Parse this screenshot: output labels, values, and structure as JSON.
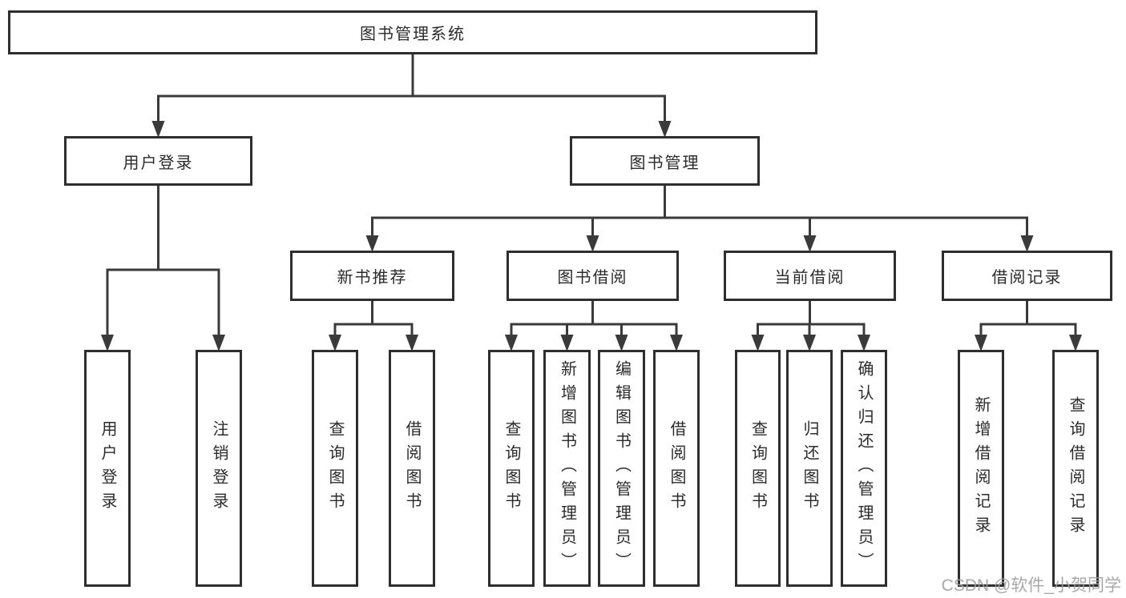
{
  "diagram": {
    "title": "图书管理系统",
    "nodes": [
      {
        "id": "root",
        "label": "图书管理系统",
        "orientation": "horizontal",
        "level": 1
      },
      {
        "id": "user-login",
        "label": "用户登录",
        "orientation": "horizontal",
        "level": 2
      },
      {
        "id": "book-management",
        "label": "图书管理",
        "orientation": "horizontal",
        "level": 2
      },
      {
        "id": "new-book-recommendation",
        "label": "新书推荐",
        "orientation": "horizontal",
        "level": 3
      },
      {
        "id": "book-borrowing",
        "label": "图书借阅",
        "orientation": "horizontal",
        "level": 3
      },
      {
        "id": "current-borrowing",
        "label": "当前借阅",
        "orientation": "horizontal",
        "level": 3
      },
      {
        "id": "borrowing-records",
        "label": "借阅记录",
        "orientation": "horizontal",
        "level": 3
      },
      {
        "id": "ul-user-login",
        "label": "用户登录",
        "orientation": "vertical",
        "level": 4
      },
      {
        "id": "ul-logout",
        "label": "注销登录",
        "orientation": "vertical",
        "level": 4
      },
      {
        "id": "nb-query-books",
        "label": "查询图书",
        "orientation": "vertical",
        "level": 4
      },
      {
        "id": "nb-borrow-books",
        "label": "借阅图书",
        "orientation": "vertical",
        "level": 4
      },
      {
        "id": "bb-query-books",
        "label": "查询图书",
        "orientation": "vertical",
        "level": 4
      },
      {
        "id": "bb-add-books",
        "label": "新增图书（管理员）",
        "orientation": "vertical",
        "level": 4
      },
      {
        "id": "bb-edit-books",
        "label": "编辑图书（管理员）",
        "orientation": "vertical",
        "level": 4
      },
      {
        "id": "bb-borrow-books",
        "label": "借阅图书",
        "orientation": "vertical",
        "level": 4
      },
      {
        "id": "cb-query-books",
        "label": "查询图书",
        "orientation": "vertical",
        "level": 4
      },
      {
        "id": "cb-return-books",
        "label": "归还图书",
        "orientation": "vertical",
        "level": 4
      },
      {
        "id": "cb-confirm-return",
        "label": "确认归还（管理员）",
        "orientation": "vertical",
        "level": 4
      },
      {
        "id": "br-add-record",
        "label": "新增借阅记录",
        "orientation": "vertical",
        "level": 4
      },
      {
        "id": "br-query-record",
        "label": "查询借阅记录",
        "orientation": "vertical",
        "level": 4
      }
    ],
    "edges": [
      {
        "from": "root",
        "to": [
          "user-login",
          "book-management"
        ]
      },
      {
        "from": "user-login",
        "to": [
          "ul-user-login",
          "ul-logout"
        ]
      },
      {
        "from": "book-management",
        "to": [
          "new-book-recommendation",
          "book-borrowing",
          "current-borrowing",
          "borrowing-records"
        ]
      },
      {
        "from": "new-book-recommendation",
        "to": [
          "nb-query-books",
          "nb-borrow-books"
        ]
      },
      {
        "from": "book-borrowing",
        "to": [
          "bb-query-books",
          "bb-add-books",
          "bb-edit-books",
          "bb-borrow-books"
        ]
      },
      {
        "from": "current-borrowing",
        "to": [
          "cb-query-books",
          "cb-return-books",
          "cb-confirm-return"
        ]
      },
      {
        "from": "borrowing-records",
        "to": [
          "br-add-record",
          "br-query-record"
        ]
      }
    ],
    "colors": {
      "background": "#ffffff",
      "box_border": "#2e2e2e",
      "line": "#3a3a3a",
      "text": "#2b2b2b",
      "watermark": "#9e9e9e"
    },
    "watermark": "CSDN @软件_小贺同学"
  }
}
